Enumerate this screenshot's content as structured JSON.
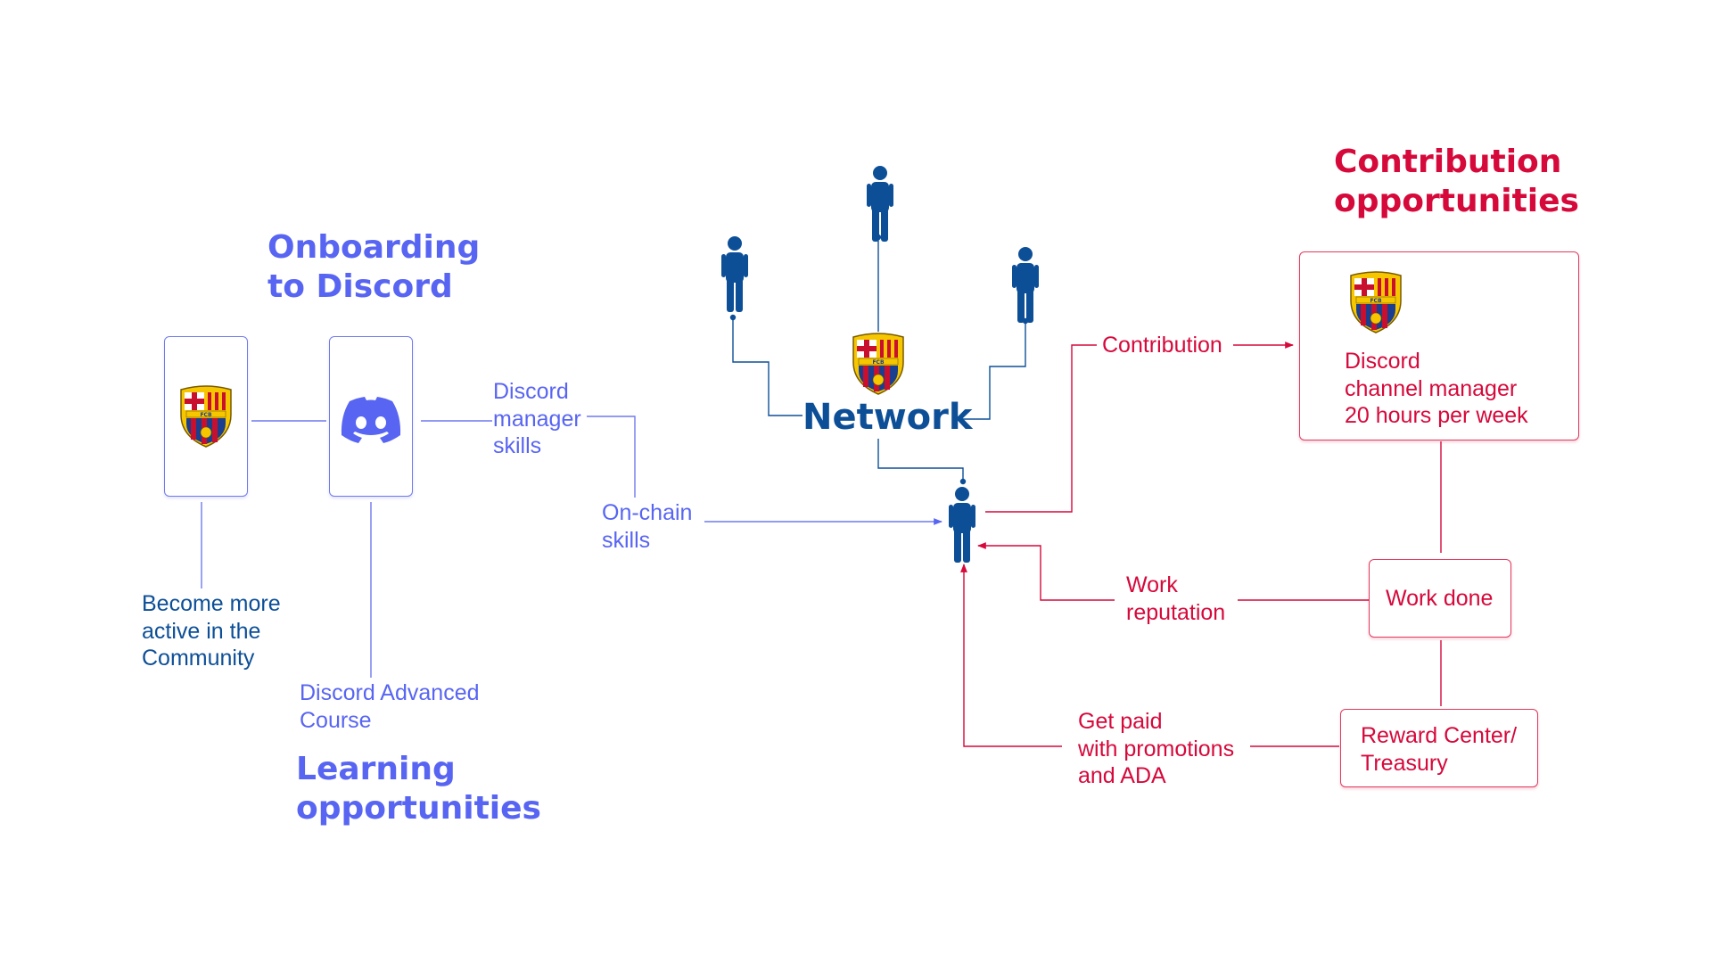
{
  "colors": {
    "purple": "#5865f2",
    "navy": "#0d4f97",
    "red": "#d6093b",
    "crest_red": "#c8102e",
    "crest_gold": "#f6c700",
    "crest_blue": "#1b3e8f"
  },
  "icons": {
    "club_crest": "fc-barcelona-crest-icon",
    "discord_logo": "discord-logo-icon",
    "person": "person-icon"
  },
  "onboarding": {
    "heading": "Onboarding\nto Discord",
    "community_label": "Become more\nactive in the\nCommunity",
    "course_label": "Discord Advanced\nCourse",
    "manager_skills_label": "Discord\nmanager\nskills",
    "onchain_skills_label": "On-chain\nskills"
  },
  "learning": {
    "heading": "Learning\nopportunities"
  },
  "network": {
    "label": "Network",
    "crest_text": "FCB"
  },
  "contribution": {
    "heading": "Contribution\nopportunities",
    "arrow_label": "Contribution",
    "role_box": "Discord\nchannel manager\n20 hours per week",
    "work_done": "Work done",
    "work_reputation": "Work\nreputation",
    "get_paid": "Get paid\nwith promotions\nand ADA",
    "reward_center": "Reward Center/\nTreasury"
  }
}
